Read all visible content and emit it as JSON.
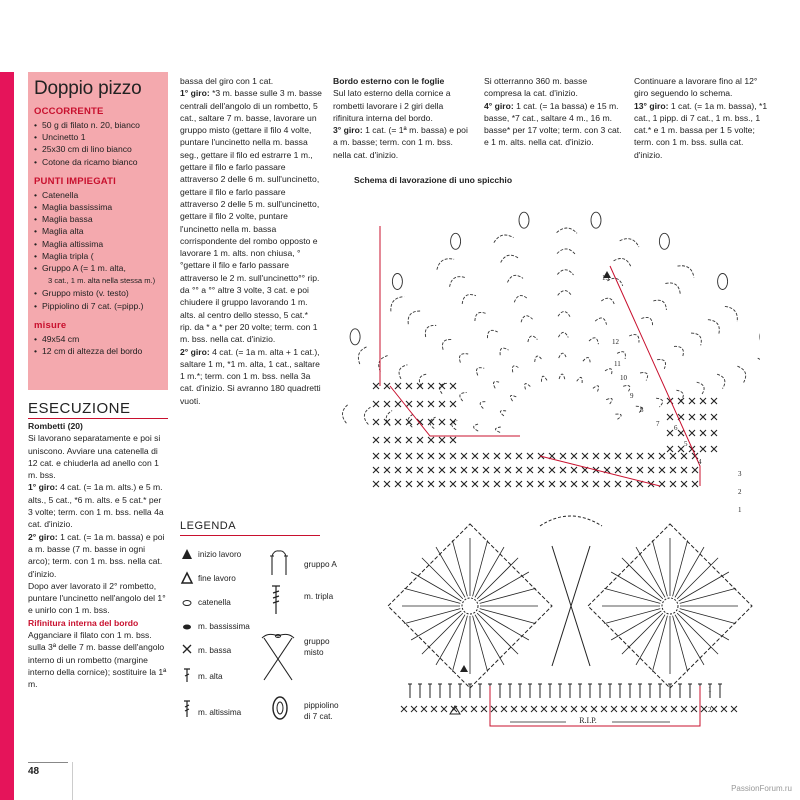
{
  "title": "Doppio pizzo",
  "occorrente": {
    "heading": "OCCORRENTE",
    "items": [
      "50 g di filato n. 20, bianco",
      "Uncinetto 1",
      "25x30 cm di lino bianco",
      "Cotone da ricamo bianco"
    ]
  },
  "punti": {
    "heading": "PUNTI IMPIEGATI",
    "items": [
      "Catenella",
      "Maglia bassissima",
      "Maglia bassa",
      "Maglia alta",
      "Maglia altissima",
      "Maglia tripla (",
      "Gruppo A (= 1 m. alta,",
      "3 cat., 1 m. alta nella stessa m.)",
      "Gruppo misto (v. testo)",
      "Pippiolino di 7 cat. (=pipp.)"
    ]
  },
  "misure": {
    "heading": "misure",
    "items": [
      "49x54 cm",
      "12 cm di altezza del bordo"
    ]
  },
  "esecuzione": "ESECUZIONE",
  "col1": [
    {
      "t": "Rombetti (20)",
      "s": "hd"
    },
    {
      "t": "Si lavorano separatamente e poi si uniscono. Avviare una catenella di 12 cat. e chiuderla ad anello con 1 m. bss."
    },
    {
      "b": "1° giro:",
      "t": " 4 cat. (= 1a m. alts.) e 5 m. alts., 5 cat., *6 m. alts. e 5 cat.* per 3 volte; term. con 1 m. bss. nella 4a cat. d'inizio."
    },
    {
      "b": "2° giro:",
      "t": " 1 cat. (= 1a m. bassa) e poi a m. basse (7 m. basse in ogni arco); term. con 1 m. bss. nella cat. d'inizio."
    },
    {
      "t": "Dopo aver lavorato il 2° rombetto, puntare l'uncinetto nell'angolo del 1° e unirlo con 1 m. bss."
    },
    {
      "t": "Rifinitura interna del bordo",
      "s": "hd-red"
    },
    {
      "t": "Agganciare il filato con 1 m. bss. sulla 3ª delle 7 m. basse dell'angolo interno di un rombetto (margine interno della cornice); sostituire la 1ª m."
    }
  ],
  "col2": [
    {
      "t": "bassa del giro con 1 cat."
    },
    {
      "b": "1° giro:",
      "t": " *3 m. basse sulle 3 m. basse centrali dell'angolo di un rombetto, 5 cat., saltare 7 m. basse, lavorare un gruppo misto (gettare il filo 4 volte, puntare l'uncinetto nella m. bassa seg., gettare il filo ed estrarre 1 m., gettare il filo e farlo passare attraverso 2 delle 6 m. sull'uncinetto, gettare il filo e farlo passare attraverso 2 delle 5 m. sull'uncinetto, gettare il filo 2 volte, puntare l'uncinetto nella m. bassa corrispondente del rombo opposto e lavorare 1 m. alts. non chiusa, °°gettare il filo e farlo passare attraverso le 2 m. sull'uncinetto°° rip. da °° a °° altre 3 volte, 3 cat. e poi chiudere il gruppo lavorando 1 m. alts. al centro dello stesso, 5 cat.* rip. da * a * per 20 volte; term. con 1 m. bss. nella cat. d'inizio."
    },
    {
      "b": "2° giro:",
      "t": " 4 cat. (= 1a m. alta + 1 cat.), saltare 1 m, *1 m. alta, 1 cat., saltare 1 m.*; term. con 1 m. bss. nella 3a cat. d'inizio. Si avranno 180 quadretti vuoti."
    }
  ],
  "col3": [
    {
      "t": "Bordo esterno con le foglie",
      "s": "hd"
    },
    {
      "t": "Sul lato esterno della cornice a rombetti lavorare i 2 giri della rifinitura interna del bordo."
    },
    {
      "b": "3° giro:",
      "t": " 1 cat. (= 1ª m. bassa) e poi a m. basse; term. con 1 m. bss. nella cat. d'inizio."
    }
  ],
  "col4": [
    {
      "t": "Si otterranno 360 m. basse compresa la cat. d'inizio."
    },
    {
      "b": "4° giro:",
      "t": " 1 cat. (= 1a bassa) e 15 m. basse, *7 cat., saltare 4 m., 16 m. basse* per 17 volte; term. con 3 cat. e 1 m. alts. nella cat. d'inizio."
    }
  ],
  "col5": [
    {
      "t": "Continuare a lavorare fino al 12° giro seguendo lo schema."
    },
    {
      "b": "13° giro:",
      "t": " 1 cat. (= 1a m. bassa), *1 cat., 1 pipp. di 7 cat., 1 m. bss., 1 cat.* e 1 m. bassa per 1 5 volte; term. con 1 m. bss. sulla cat. d'inizio."
    }
  ],
  "schema_title": "Schema di lavorazione di uno spicchio",
  "legend": {
    "title": "LEGENDA",
    "left": [
      "inizio lavoro",
      "fine lavoro",
      "catenella",
      "m. bassissima",
      "m. bassa",
      "m. alta",
      "m. altissima"
    ],
    "right": [
      "gruppo A",
      "m. tripla",
      "gruppo\nmisto",
      "pippiolino\ndi 7 cat."
    ]
  },
  "diagram": {
    "row_labels": [
      "1",
      "2",
      "3",
      "4",
      "5",
      "6",
      "7",
      "8",
      "9",
      "10",
      "11",
      "12",
      "13"
    ],
    "bottom_labels": [
      "1",
      "2"
    ],
    "rip": "R.I.P."
  },
  "page_number": "48",
  "watermark": "PassionForum.ru",
  "colors": {
    "accent": "#e5145a",
    "box": "#f4a9ae",
    "red": "#c8102e"
  }
}
